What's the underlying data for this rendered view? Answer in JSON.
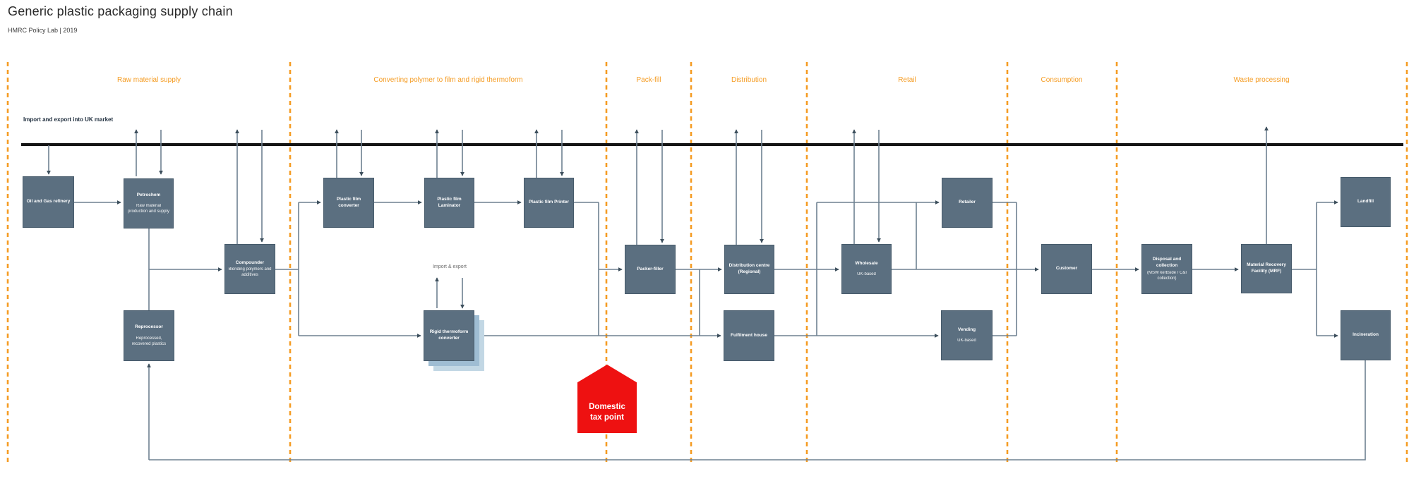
{
  "title": "Generic plastic packaging supply chain",
  "subtitle": "HMRC Policy Lab | 2019",
  "sections": [
    {
      "label": "Raw material supply"
    },
    {
      "label": "Converting polymer to film and rigid thermoform"
    },
    {
      "label": "Pack-fill"
    },
    {
      "label": "Distribution"
    },
    {
      "label": "Retail"
    },
    {
      "label": "Consumption"
    },
    {
      "label": "Waste processing"
    }
  ],
  "notes": {
    "import_export_uk": "Import and export into UK market",
    "import_export": "Import & export"
  },
  "boxes": {
    "oil_gas_refinery": {
      "title": "Oil and Gas refinery"
    },
    "petrochem": {
      "title": "Petrochem",
      "subtitle": "Raw material production and supply"
    },
    "compounder": {
      "title": "Compounder",
      "subtitle": "Blending polymers and additives"
    },
    "reprocessor": {
      "title": "Reprocessor",
      "subtitle": "Reprocessed, recovered plastics"
    },
    "plastic_film_converter": {
      "title": "Plastic film converter"
    },
    "plastic_film_laminator": {
      "title": "Plastic film Laminator"
    },
    "plastic_film_printer": {
      "title": "Plastic film Printer"
    },
    "rigid_thermoform_converter": {
      "title": "Rigid thermoform converter"
    },
    "packer_filler": {
      "title": "Packer-filler"
    },
    "distribution_centre": {
      "title": "Distribution centre (Regional)"
    },
    "fulfilment_house": {
      "title": "Fulfilment house"
    },
    "wholesale": {
      "title": "Wholesale",
      "subtitle": "UK-based"
    },
    "retailer": {
      "title": "Retailer"
    },
    "vending": {
      "title": "Vending",
      "subtitle": "UK-based"
    },
    "customer": {
      "title": "Customer"
    },
    "disposal_collection": {
      "title": "Disposal and collection",
      "subtitle": "(MSW kerbside / C&I collection)"
    },
    "mrf": {
      "title": "Material Recovery Facility (MRF)"
    },
    "landfill": {
      "title": "Landfill"
    },
    "incineration": {
      "title": "Incineration"
    }
  },
  "tax_point": {
    "label": "Domestic tax point"
  },
  "colors": {
    "accent_orange": "#F59C23",
    "node_fill": "#5B6F80",
    "connector_gray": "#6E8191",
    "import_export_line": "#141414",
    "tax_red": "#EE1111",
    "stack_shadow_blue": "#9FBDD3"
  }
}
